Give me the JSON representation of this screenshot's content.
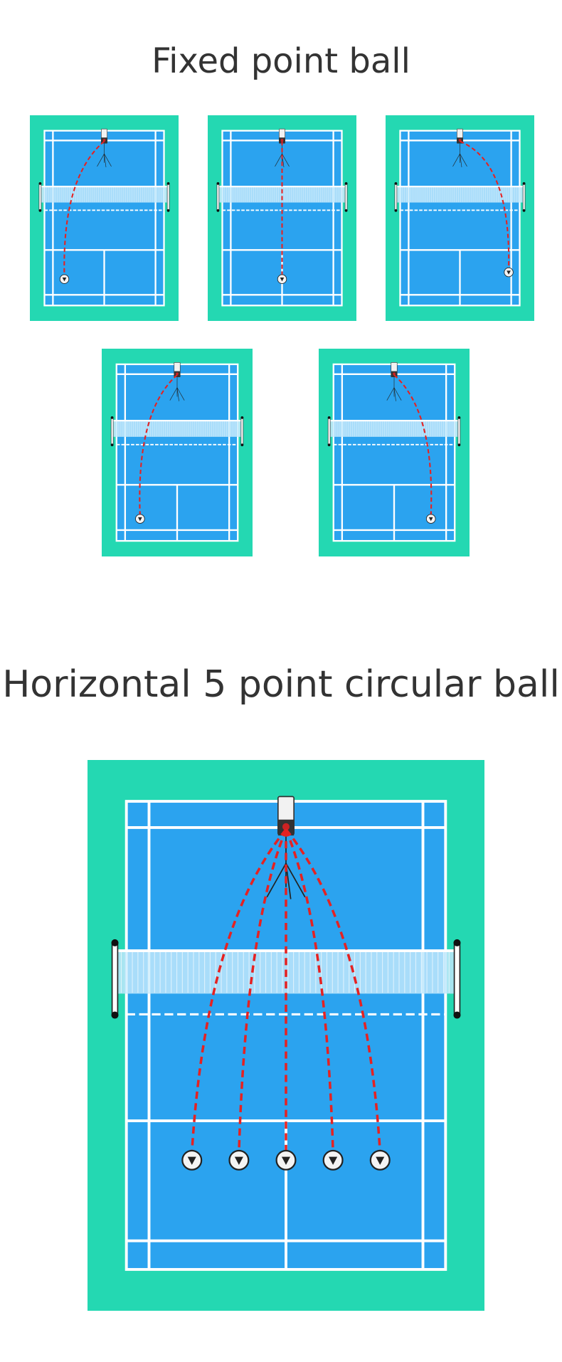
{
  "section1": {
    "title": "Fixed point ball",
    "courts": [
      {
        "pattern": "left-deep"
      },
      {
        "pattern": "center-deep"
      },
      {
        "pattern": "right-deep"
      },
      {
        "pattern": "left-mid"
      },
      {
        "pattern": "right-mid"
      }
    ]
  },
  "section2": {
    "title": "Horizontal 5 point circular ball",
    "targets": 5
  },
  "colors": {
    "surround": "#24d8b2",
    "court": "#2ba3ef",
    "lines": "#ffffff",
    "trajectory": "#e52222",
    "net": "#bfe8fb"
  },
  "icons": [
    "ball-machine-icon",
    "tripod-icon",
    "shuttlecock-icon",
    "net-post-icon"
  ]
}
